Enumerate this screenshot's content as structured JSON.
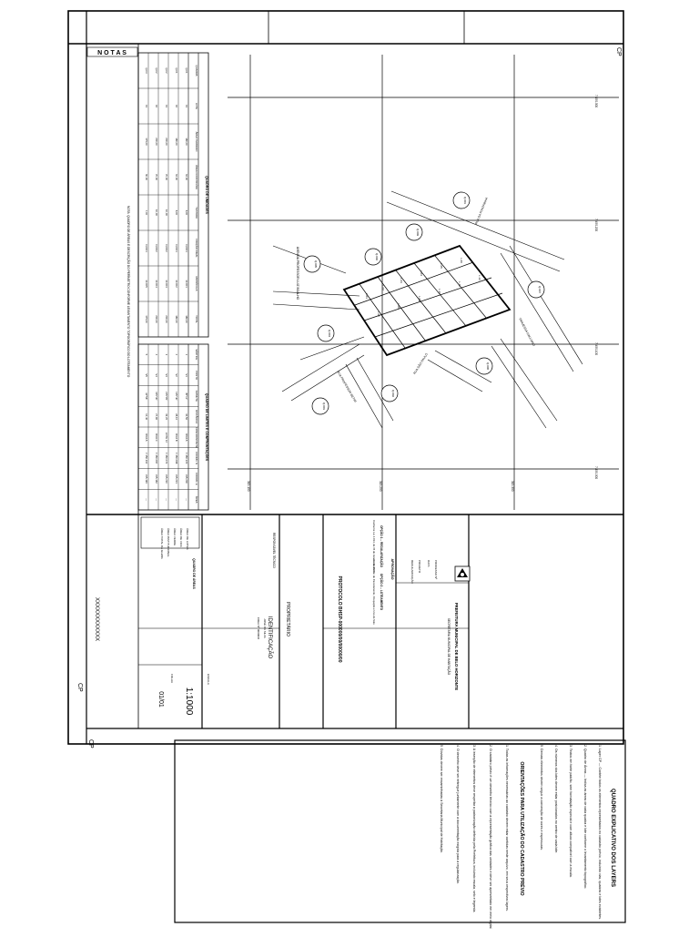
{
  "sheet": {
    "cp_labels": [
      "CP",
      "CP",
      "CP"
    ],
    "notas_title": "N O T A S",
    "notes_text": "NOTA: QUADRO DE ÁREAS E DESCRIÇÃO DO PERÍMETRO CONFORME LEVANTAMENTO TOPOGRÁFICO DO LOTEAMENTO",
    "quadro_unidades_title": "QUADRO DE UNIDADES",
    "quadro_unidades_headers": [
      "QUADRA",
      "LOTE",
      "ÁREA TERRENO",
      "ÁREA CONSTRUÍDA",
      "TESTADA",
      "FRAÇÃO IDEAL",
      "MATRÍCULA",
      "TOTAL"
    ],
    "quadro_unidades_rows": [
      [
        "Q.01",
        "01",
        "180,00",
        "62,00",
        "8,00",
        "0,0001",
        "10.001",
        "180,00"
      ],
      [
        "Q.01",
        "02",
        "180,00",
        "62,00",
        "8,00",
        "0,0001",
        "10.002",
        "180,00"
      ],
      [
        "Q.02",
        "01",
        "200,00",
        "70,00",
        "10,00",
        "0,0002",
        "10.003",
        "200,00"
      ],
      [
        "Q.02",
        "02",
        "200,00",
        "70,00",
        "10,00",
        "0,0002",
        "10.004",
        "200,00"
      ],
      [
        "Q.03",
        "01",
        "175,00",
        "60,00",
        "7,00",
        "0,0001",
        "10.005",
        "175,00"
      ]
    ],
    "quadro_limites_title": "QUADRO DE LIMITES E CONFRONTAÇÕES",
    "quadro_limites_headers": [
      "VÉRTICE",
      "PONTO",
      "AZIMUTE",
      "DISTÂNCIA",
      "CONFRONTANTE",
      "COORD. N",
      "COORD. E",
      "ÁREA"
    ],
    "quadro_limites_rows": [
      [
        "1",
        "V1",
        "45°12'",
        "32,50",
        "RUA A",
        "7.450.120",
        "315.200",
        "—"
      ],
      [
        "2",
        "V2",
        "135°40'",
        "28,10",
        "RUA B",
        "7.450.098",
        "315.231",
        "—"
      ],
      [
        "3",
        "V3",
        "225°05'",
        "33,20",
        "LOTE 12",
        "7.450.074",
        "315.210",
        "—"
      ],
      [
        "4",
        "V4",
        "315°30'",
        "27,90",
        "RUA C",
        "7.450.097",
        "315.182",
        "—"
      ],
      [
        "5",
        "V5",
        "44°58'",
        "12,40",
        "RUA A",
        "7.450.116",
        "315.196",
        "—"
      ]
    ],
    "map": {
      "grid_labels": [
        "7.450.300",
        "7.450.200",
        "7.450.100",
        "7.450.000",
        "315.100",
        "315.200",
        "315.300"
      ],
      "street_labels": [
        "AVENIDA PROFESSOR LUIZ BOALHO",
        "RUA DA FONTAINHA",
        "RUA PROFESSOR BETIM",
        "TRAVESSA GALLIANO",
        "RUA SÃO PAULO"
      ],
      "block_labels": [
        "Q.001",
        "Q.002",
        "Q.003",
        "Q.004",
        "Q.005",
        "Q.006",
        "Q.007",
        "Q.008",
        "Q.009"
      ],
      "lot_labels": [
        "L.01",
        "L.02",
        "L.03",
        "L.04",
        "L.05",
        "L.06",
        "L.07",
        "L.08",
        "L.09",
        "L.10",
        "L.11",
        "L.12"
      ]
    },
    "title_block": {
      "prefeitura": "PREFEITURA MUNICIPAL DE BELO HORIZONTE",
      "secretaria": "SECRETARIA MUNICIPAL DE HABITAÇÃO",
      "approval_title": "APROVAÇÃO",
      "approval_opt1": "OPÇÃO 1 – REGULARIZAÇÃO",
      "approval_opt1_sub": "Conforme Lei 4.034, de 15 de Janeiro de 2008",
      "approval_opt2": "OPÇÃO 2 – LOTEAMENTO",
      "approval_opt2_sub": "Conforme Lei de Parcelamento, Ocupação e Uso do Solo",
      "protocolo": "PROTOCOLO BHSP-000000/00/00000/00",
      "processo_label": "PROCESSO Nº",
      "data_label": "DATA",
      "projeto_label": "PROJETO",
      "regularizacao": "REGULARIZAÇÃO",
      "identificacao": "IDENTIFICAÇÃO",
      "proprietario": "PROPRIETÁRIO",
      "resp_tecnico": "RESPONSÁVEL TÉCNICO",
      "resp_nome": "JOSÉ DA SILVA",
      "crea": "CREA Nº 00000/D",
      "escala_label": "ESCALA",
      "escala": "1:1000",
      "folha_label": "FOLHA",
      "folha": "01/01",
      "codigo": "XXXXXXXXXXXX",
      "quadro_areas": "QUADRO DE ÁREAS",
      "area_rows": [
        "ÁREA DE LOTES",
        "ÁREA DE VIAS",
        "ÁREA VERDE",
        "ÁREA INSTITUCIONAL",
        "ÁREA TOTAL DA GLEBA"
      ]
    },
    "instructions": {
      "title": "QUADRO EXPLICATIVO DOS LAYERS",
      "items": [
        "1. Layer CP — Contém todos os elementos representados no cadastro prévio, incluindo vias, quadras e lotes existentes.",
        "2. Quadro de Áreas — Indica as áreas de cada quadra e lote conforme o levantamento topográfico.",
        "3. Textos em fonte padrão, sem formatação especial e com altura compatível com a escala.",
        "4. Os números dos lotes devem estar posicionados no centro de cada lote.",
        "5. Demais elementos devem seguir a convenção de cores e espessuras."
      ],
      "subtitle": "ORIENTAÇÕES PARA UTILIZAÇÃO DO CADASTRO PRÉVIO",
      "sub_items": [
        "1. Todas as informações necessárias ao cadastro devem estar contidas neste arquivo, em seus respectivos layers.",
        "2. O cadastro prévio é um desenho técnico com a representação gráfica das unidades e deve ser apresentado em meio digital.",
        "3. A inserção de elementos deve respeitar a padronização definida pela Prefeitura, incluindo escala, selo e legenda.",
        "4. O desenho deve ser entregue juntamente com a documentação exigida para a regularização.",
        "5. Dúvidas devem ser encaminhadas à Secretaria Municipal de Habitação."
      ]
    }
  }
}
